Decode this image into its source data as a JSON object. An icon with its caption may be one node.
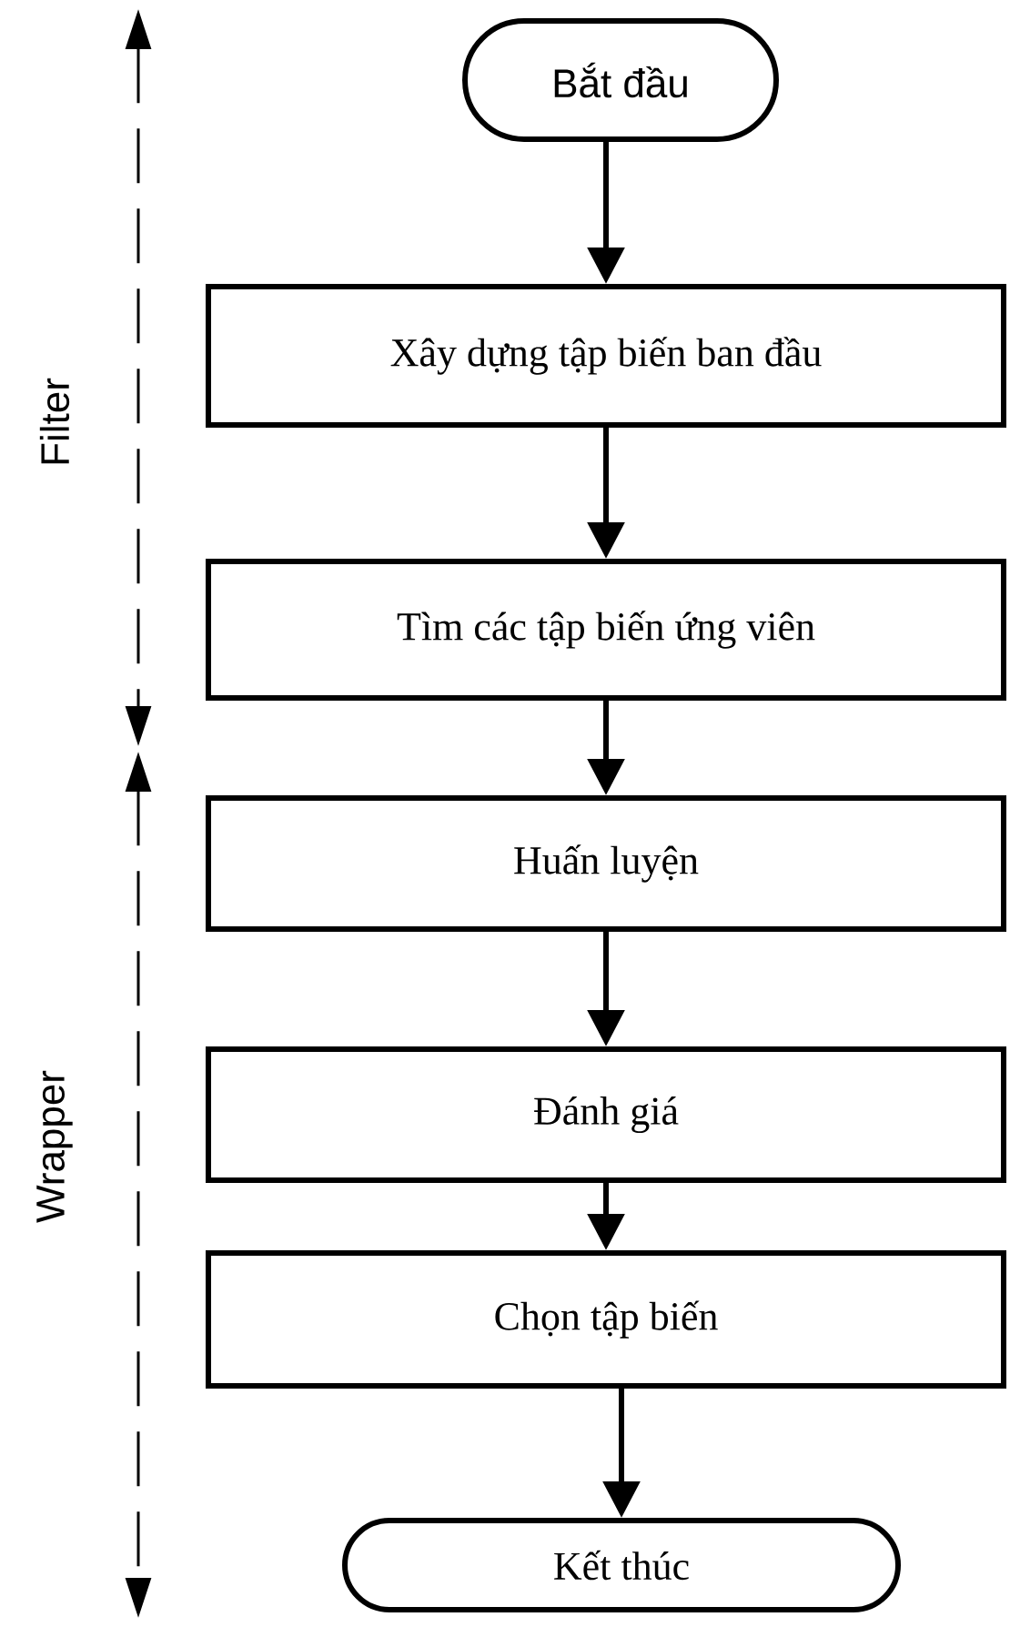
{
  "diagram": {
    "nodes": [
      {
        "text": [
          "Bắt đầu"
        ]
      },
      {
        "text": [
          "Xây dựng tập biến ban đầu"
        ]
      },
      {
        "text": [
          "Tìm các tập biến ứng viên"
        ]
      },
      {
        "text": [
          "Huấn luyện"
        ]
      },
      {
        "text": [
          "Đánh giá"
        ]
      },
      {
        "text": [
          "Chọn tập biến"
        ]
      },
      {
        "text": [
          "Kết thúc"
        ]
      }
    ],
    "edges": [
      {
        "from": 0,
        "to": 1,
        "arrow": "to"
      },
      {
        "from": 1,
        "to": 2,
        "arrow": "to"
      },
      {
        "from": 2,
        "to": 3,
        "arrow": "to"
      },
      {
        "from": 3,
        "to": 4,
        "arrow": "to"
      },
      {
        "from": 4,
        "to": 5,
        "arrow": "to"
      },
      {
        "from": 5,
        "to": 6,
        "arrow": "to"
      }
    ],
    "labels": [
      "Filter",
      "Wrapper"
    ]
  }
}
